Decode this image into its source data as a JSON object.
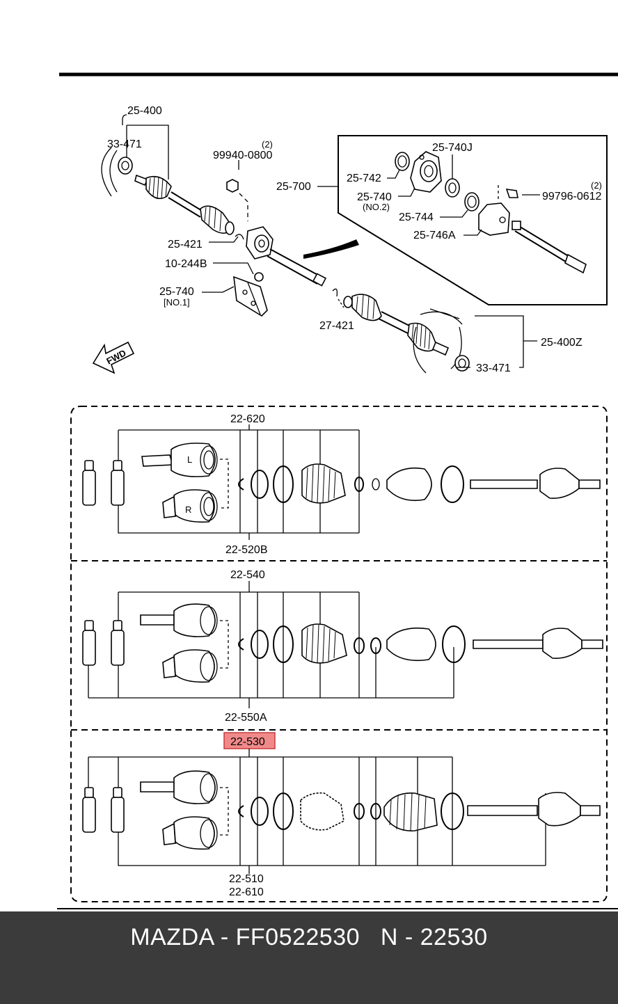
{
  "assembly_labels": {
    "l_25_400": "25-400",
    "l_33_471_top": "33-471",
    "l_2_nut": "(2)",
    "l_99940_0800": "99940-0800",
    "l_25_700": "25-700",
    "l_25_740j": "25-740J",
    "l_25_742": "25-742",
    "l_25_740_no2": "25-740",
    "l_no2": "(NO.2)",
    "l_25_744": "25-744",
    "l_2_bolt": "(2)",
    "l_99796_0612": "99796-0612",
    "l_25_746a": "25-746A",
    "l_25_421": "25-421",
    "l_10_244b": "10-244B",
    "l_25_740_no1": "25-740",
    "l_no1": "[NO.1]",
    "l_27_421": "27-421",
    "l_25_400z": "25-400Z",
    "l_33_471_bottom": "33-471",
    "fwd": "FWD"
  },
  "kit_labels": {
    "k_22_620": "22-620",
    "k_22_520b": "22-520B",
    "k_22_540": "22-540",
    "k_22_550a": "22-550A",
    "k_22_530": "22-530",
    "k_22_510": "22-510",
    "k_22_610": "22-610",
    "mark_l": "L",
    "mark_r": "R"
  },
  "highlight": {
    "part": "22-530",
    "color": "#f08a8a"
  },
  "footer": {
    "text": "MAZDA - FF0522530   N - 22530"
  },
  "colors": {
    "footer_bg": "#3b3b3b",
    "line": "#000000"
  }
}
